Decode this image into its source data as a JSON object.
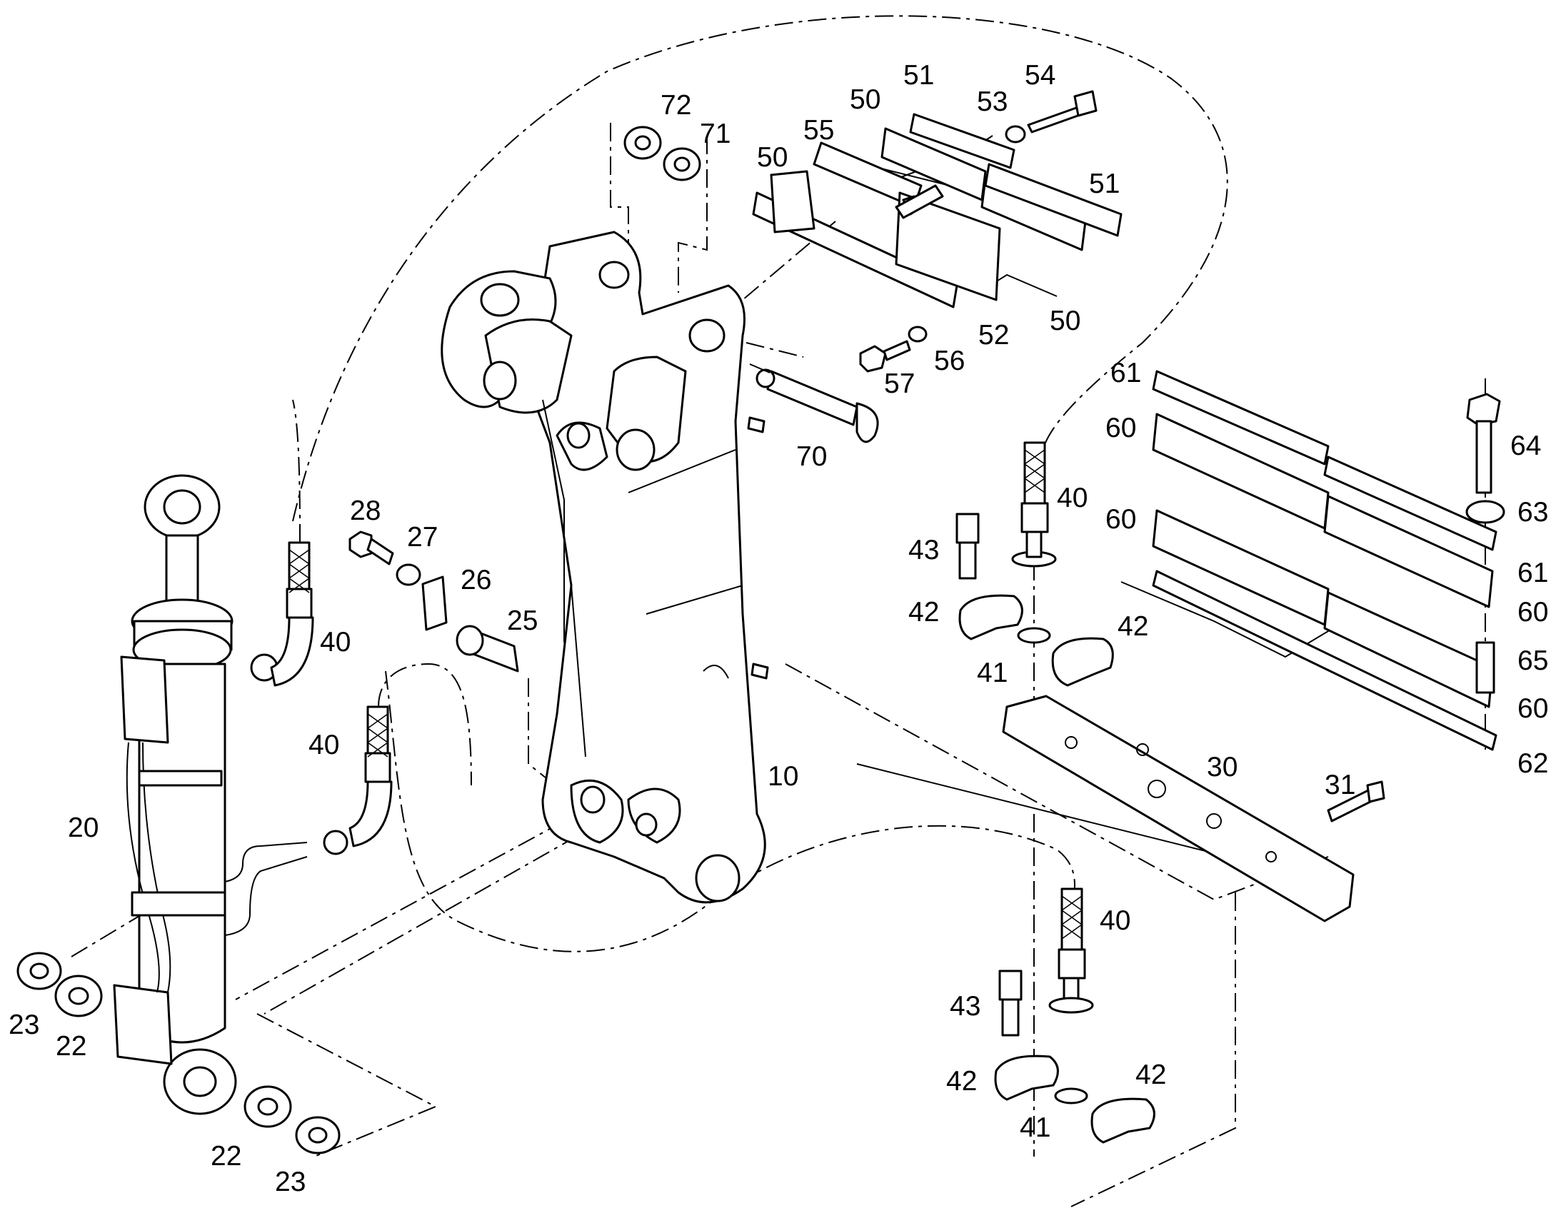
{
  "labels": {
    "p72": "72",
    "p71": "71",
    "p51a": "51",
    "p54": "54",
    "p50a": "50",
    "p53": "53",
    "p55": "55",
    "p50b": "50",
    "p51b": "51",
    "p50c": "50",
    "p52": "52",
    "p56": "56",
    "p57": "57",
    "p70": "70",
    "p61a": "61",
    "p60a": "60",
    "p64": "64",
    "p63": "63",
    "p60b": "60",
    "p61b": "61",
    "p60c": "60",
    "p65": "65",
    "p60d": "60",
    "p62": "62",
    "p40a": "40",
    "p43a": "43",
    "p42a": "42",
    "p42b": "42",
    "p41a": "41",
    "p28": "28",
    "p27": "27",
    "p26": "26",
    "p25": "25",
    "p40b": "40",
    "p40c": "40",
    "p10": "10",
    "p20": "20",
    "p30": "30",
    "p31": "31",
    "p40d": "40",
    "p43b": "43",
    "p42c": "42",
    "p42d": "42",
    "p41b": "41",
    "p23a": "23",
    "p22a": "22",
    "p22b": "22",
    "p23b": "23"
  }
}
